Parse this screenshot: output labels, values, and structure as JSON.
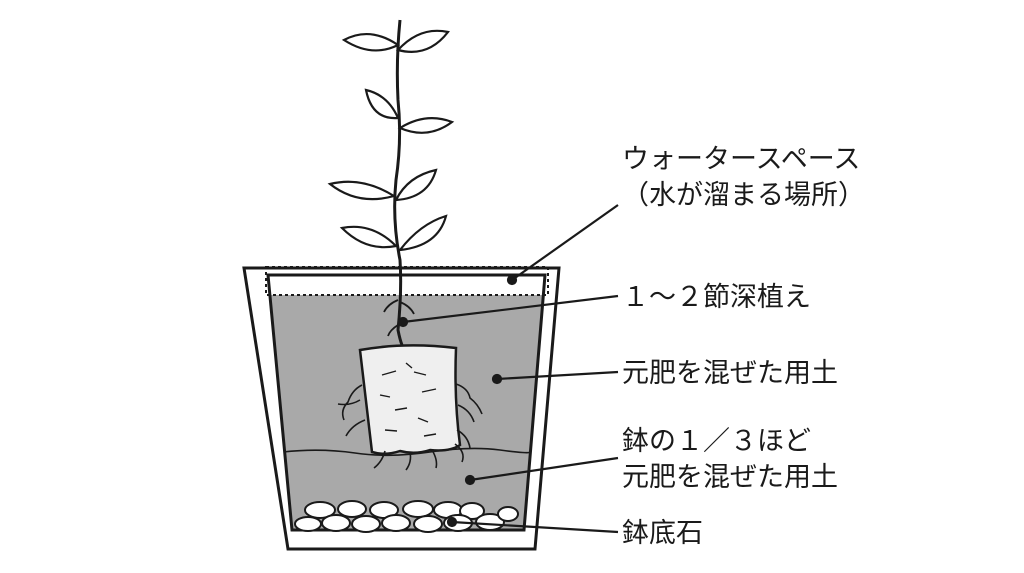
{
  "labels": {
    "water_space_line1": "ウォータースペース",
    "water_space_line2": "（水が溜まる場所）",
    "planting_depth": "１～２節深植え",
    "top_soil": "元肥を混ぜた用土",
    "bottom_soil_line1": "鉢の１／３ほど",
    "bottom_soil_line2": "元肥を混ぜた用土",
    "pot_stones": "鉢底石"
  },
  "colors": {
    "ink": "#1a1a1a",
    "soil": "#a9a9a9",
    "root_ball": "#efefef",
    "stone": "#ffffff",
    "background": "#ffffff"
  }
}
